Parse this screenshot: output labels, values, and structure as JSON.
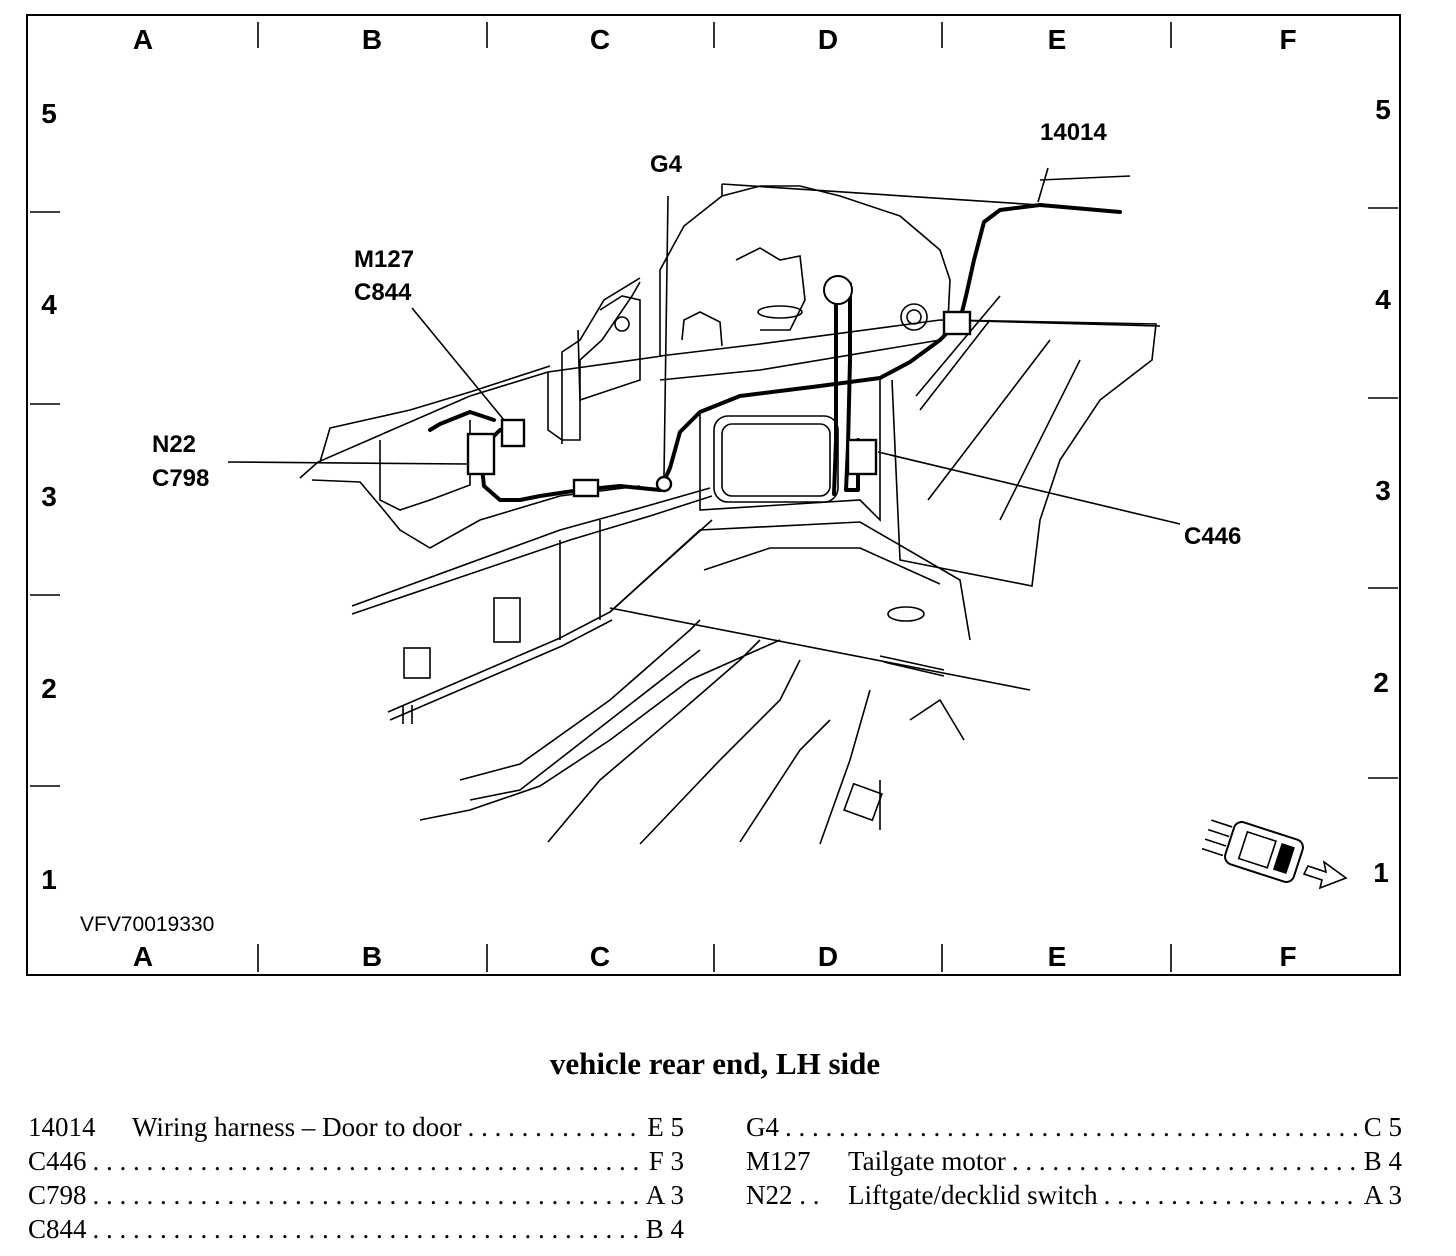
{
  "grid": {
    "columns": [
      "A",
      "B",
      "C",
      "D",
      "E",
      "F"
    ],
    "rows_left": [
      "5",
      "4",
      "3",
      "2",
      "1"
    ],
    "rows_right": [
      "5",
      "4",
      "3",
      "2",
      "1"
    ]
  },
  "drawing_code": "VFV70019330",
  "callouts": {
    "harness": "14014",
    "ground": "G4",
    "motor_id": "M127",
    "motor_conn": "C844",
    "switch_id": "N22",
    "switch_conn": "C798",
    "conn_c446": "C446"
  },
  "caption": "vehicle rear end, LH side",
  "legend": {
    "left": [
      {
        "code": "14014",
        "description": "Wiring harness – Door to door",
        "location": "E 5"
      },
      {
        "code": "C446",
        "description": "",
        "location": "F 3"
      },
      {
        "code": "C798",
        "description": "",
        "location": "A 3"
      },
      {
        "code": "C844",
        "description": "",
        "location": "B 4"
      }
    ],
    "right": [
      {
        "code": "G4",
        "description": "",
        "location": "C 5"
      },
      {
        "code": "M127",
        "description": "Tailgate motor",
        "location": "B 4"
      },
      {
        "code": "N22 . .",
        "description": "Liftgate/decklid switch",
        "location": "A 3"
      }
    ]
  },
  "icons": [
    "vehicle-orientation-icon",
    "forward-arrow-icon"
  ]
}
